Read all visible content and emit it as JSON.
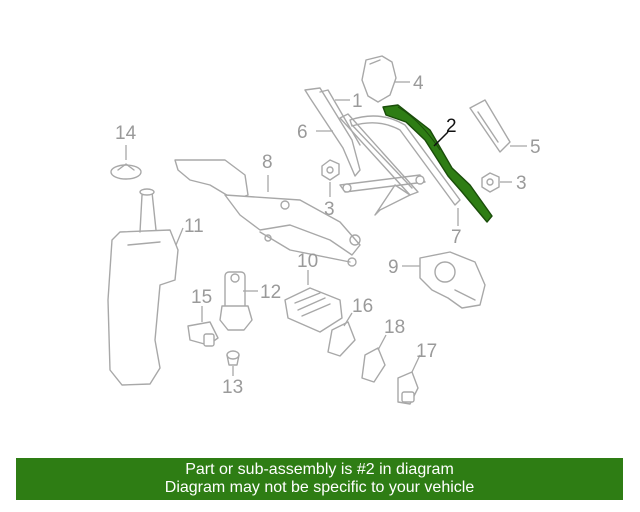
{
  "diagram": {
    "highlight_color": "#2e7d14",
    "callouts": {
      "n1": "1",
      "n2": "2",
      "n3a": "3",
      "n3b": "3",
      "n4": "4",
      "n5": "5",
      "n6": "6",
      "n7": "7",
      "n8": "8",
      "n9": "9",
      "n10": "10",
      "n11": "11",
      "n12": "12",
      "n13": "13",
      "n14": "14",
      "n15": "15",
      "n16": "16",
      "n17": "17",
      "n18": "18"
    }
  },
  "footer": {
    "background": "#2e7d14",
    "line1": "Part or sub-assembly is #2 in diagram",
    "line2": "Diagram may not be specific to your vehicle"
  }
}
